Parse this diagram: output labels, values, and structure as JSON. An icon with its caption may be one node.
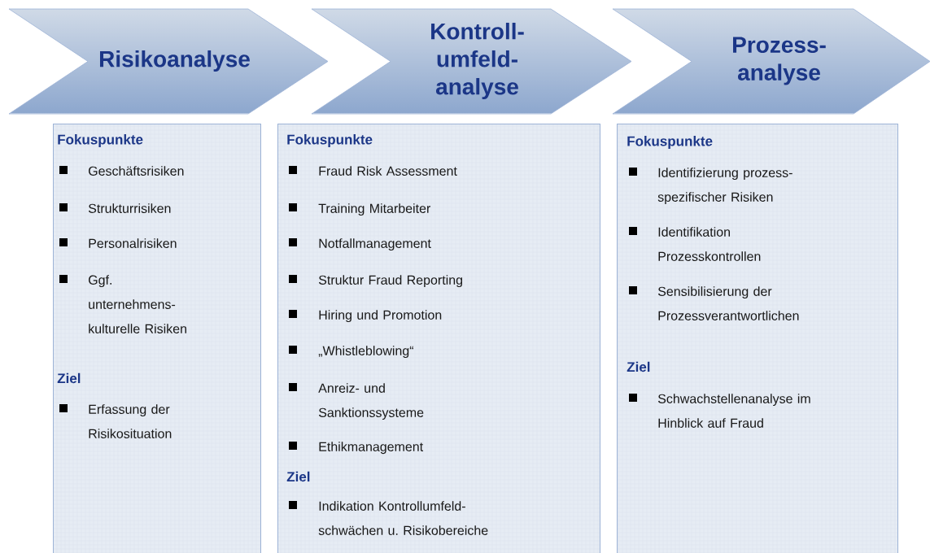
{
  "diagram": {
    "nodes": [
      {
        "text": [
          "Risikoanalyse"
        ]
      },
      {
        "text": [
          "Kontroll- umfeld- analyse"
        ]
      },
      {
        "text": [
          "Prozess- analyse"
        ]
      },
      {
        "text": [
          "Fokuspunkte",
          "Geschäftsrisiken",
          "Strukturrisiken",
          "Personalrisiken",
          "Ggf. unternehmens- kulturelle Risiken",
          "Ziel",
          "Erfassung der Risikosituation"
        ]
      },
      {
        "text": [
          "Fokuspunkte",
          "Fraud Risk Assessment",
          "Training Mitarbeiter",
          "Notfallmanagement",
          "Struktur Fraud Reporting",
          "Hiring und Promotion",
          "„Whistleblowing“",
          "Anreiz- und Sanktionssysteme",
          "Ethikmanagement",
          "Ziel",
          "Indikation Kontrollumfeld- schwächen u. Risikobereiche"
        ]
      },
      {
        "text": [
          "Fokuspunkte",
          "Identifizierung prozess- spezifischer Risiken",
          "Identifikation Prozesskontrollen",
          "Sensibilisierung der Prozessverantwortlichen",
          "Ziel",
          "Schwachstellenanalyse im Hinblick auf Fraud"
        ]
      }
    ]
  }
}
